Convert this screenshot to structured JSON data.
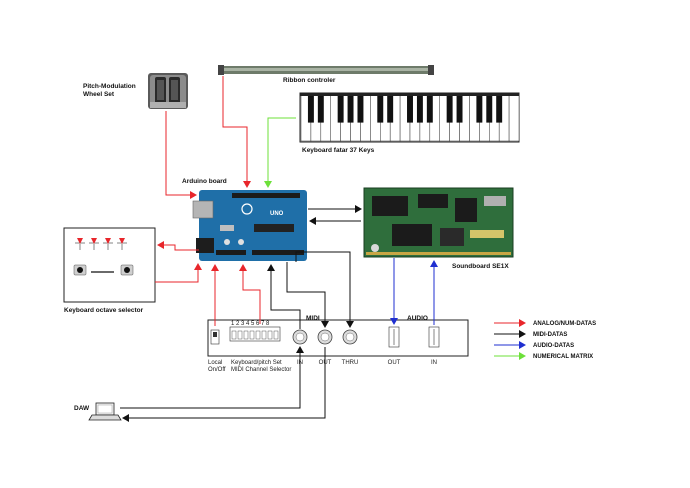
{
  "labels": {
    "pitch_mod_line1": "Pitch-Modulation",
    "pitch_mod_line2": "Wheel Set",
    "ribbon": "Ribbon controler",
    "keyboard": "Keyboard fatar 37 Keys",
    "arduino": "Arduino board",
    "soundboard": "Soundboard SE1X",
    "octave_selector": "Keyboard octave selector",
    "daw": "DAW",
    "midi_section": "MIDI",
    "audio_section": "AUDIO",
    "local_line1": "Local",
    "local_line2": "On/Off",
    "kbd_pitch_line1": "Keyboard/pitch Set",
    "kbd_pitch_line2": "MIDI Channel Selector",
    "port_in": "IN",
    "port_out": "OUT",
    "port_thru": "THRU",
    "audio_out": "OUT",
    "audio_in": "IN",
    "dip_numbers": "1 2 3 4 5 6 7 8"
  },
  "legend": [
    {
      "label": "ANALOG/NUM-DATAS",
      "color": "#e8262b"
    },
    {
      "label": "MIDI-DATAS",
      "color": "#111111"
    },
    {
      "label": "AUDIO-DATAS",
      "color": "#1f2fd0"
    },
    {
      "label": "NUMERICAL MATRIX",
      "color": "#6de03a"
    }
  ],
  "colors": {
    "analog": "#e8262b",
    "midi": "#111111",
    "audio": "#1f2fd0",
    "matrix": "#6de03a",
    "arduino_board": "#1f6fa8",
    "soundboard": "#2f6e3c"
  }
}
